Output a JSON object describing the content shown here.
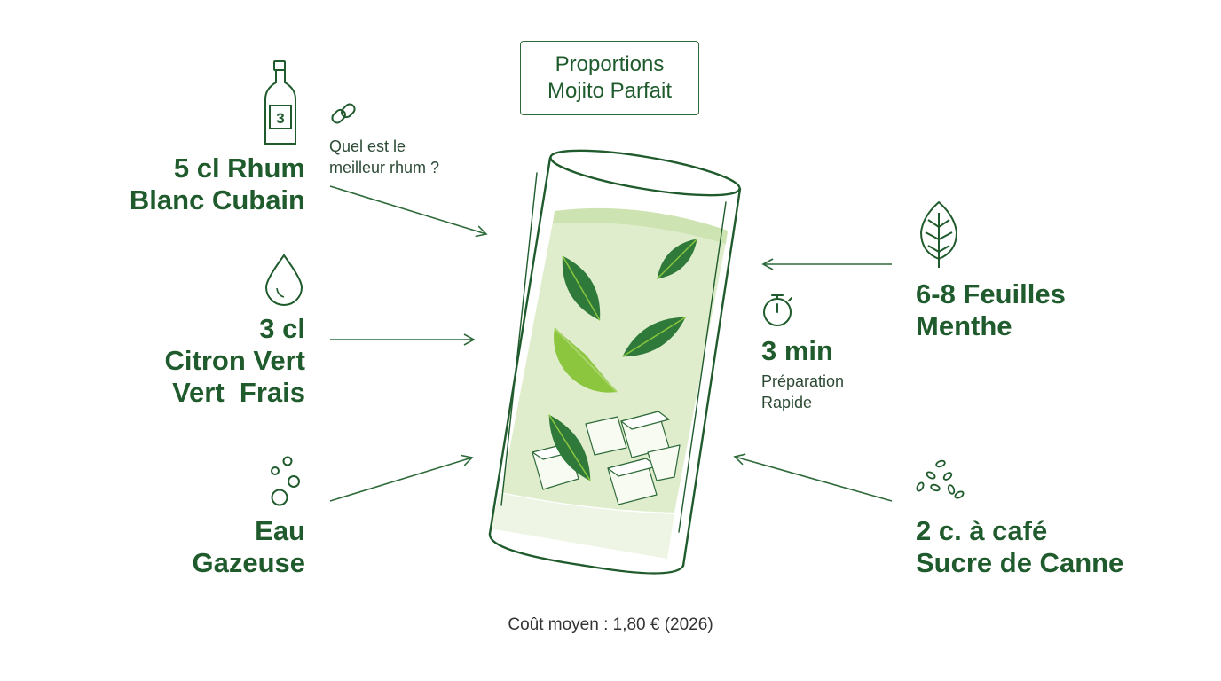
{
  "title": {
    "line1": "Proportions",
    "line2": "Mojito Parfait"
  },
  "ingredients": {
    "rum": {
      "line1": "5 cl Rhum",
      "line2": "Blanc Cubain",
      "bottle_label": "3",
      "icon": "bottle-icon"
    },
    "rum_question": {
      "line1": "Quel est le",
      "line2": "meilleur rhum ?",
      "icon": "link-icon"
    },
    "lime": {
      "line1": "3 cl",
      "line2": "Citron Vert",
      "line3": "Vert  Frais",
      "icon": "drop-icon"
    },
    "water": {
      "line1": "Eau",
      "line2": "Gazeuse",
      "icon": "bubbles-icon"
    },
    "mint": {
      "line1": "6-8 Feuilles",
      "line2": "Menthe",
      "icon": "leaf-icon"
    },
    "sugar": {
      "line1": "2 c. à café",
      "line2": "Sucre de Canne",
      "icon": "sugar-grains-icon"
    }
  },
  "prep": {
    "time": "3 min",
    "line1": "Préparation",
    "line2": "Rapide",
    "icon": "stopwatch-icon"
  },
  "footer": "Coût moyen : 1,80 € (2026)",
  "colors": {
    "dark_green": "#1f5b2c",
    "line_green": "#2e6a3a",
    "mint_leaf": "#2f7a3a",
    "lime": "#8cc63f",
    "liquid": "#dcebc8"
  }
}
